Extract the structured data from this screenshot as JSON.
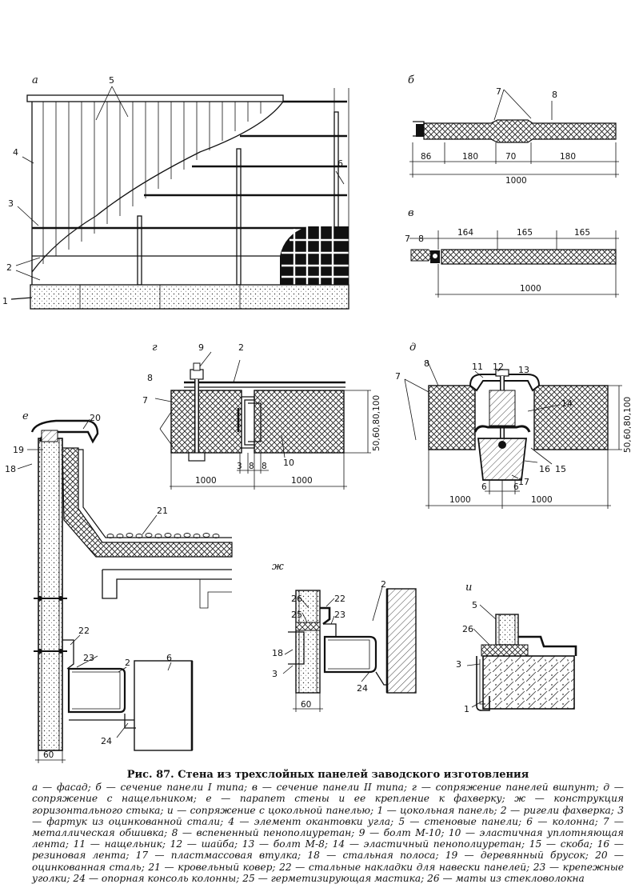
{
  "figure": {
    "title": "Рис. 87. Стена из трехслойных панелей заводского изготовления",
    "legend": "а — фасад; б — сечение панели I типа; в — сечение панели II типа; г — сопряжение панелей вшпунт; д — сопряжение с нащельником; е — парапет стены и ее крепление к фахверку; ж — конструкция горизонтального стыка; и — сопряжение с цокольной панелью; 1 — цокольная панель; 2 — ригели фахверка; 3 — фартук из оцинкованной стали; 4 — элемент окантовки угла; 5 — стеновые панели; 6 — колонна; 7 — металлическая обшивка; 8 — вспененный пенополиуретан; 9 — болт М-10; 10 — эластичная уплотняющая лента; 11 — нащельник; 12 — шайба; 13 — болт М-8; 14 — эластичный пенополиуретан; 15 — скоба; 16 — резиновая лента; 17 — пластмассовая втулка; 18 — стальная полоса; 19 — деревянный брусок; 20 — оцинкованная сталь; 21 — кровельный ковер; 22 — стальные накладки для навески панелей; 23 — крепежные уголки; 24 — опорная консоль колонны; 25 — герметизирующая мастика; 26 — маты из стекловолокна"
  },
  "views": {
    "a": {
      "letter": "а",
      "labels": [
        "5",
        "4",
        "3",
        "2",
        "1",
        "6"
      ]
    },
    "b": {
      "letter": "б",
      "labels": [
        "7",
        "8"
      ],
      "dims": [
        "86",
        "180",
        "70",
        "180",
        "1000"
      ]
    },
    "v": {
      "letter": "в",
      "labels": [
        "7",
        "8"
      ],
      "dims": [
        "164",
        "165",
        "165",
        "1000"
      ]
    },
    "g": {
      "letter": "г",
      "labels": [
        "9",
        "2",
        "8",
        "7",
        "10"
      ],
      "dims": [
        "3",
        "8",
        "8",
        "1000",
        "1000",
        "50,60,80,100"
      ]
    },
    "d": {
      "letter": "д",
      "labels": [
        "8",
        "11",
        "12",
        "13",
        "7",
        "14",
        "16",
        "15",
        "17"
      ],
      "dims": [
        "6",
        "6",
        "1000",
        "1000",
        "50,60,80,100"
      ]
    },
    "e": {
      "letter": "е",
      "labels": [
        "20",
        "19",
        "18",
        "21",
        "22",
        "23",
        "2",
        "6",
        "24"
      ],
      "dims": [
        "60"
      ]
    },
    "zh": {
      "letter": "ж",
      "labels": [
        "2",
        "26",
        "22",
        "25",
        "23",
        "18",
        "3",
        "24"
      ],
      "dims": [
        "60"
      ]
    },
    "i": {
      "letter": "и",
      "labels": [
        "5",
        "26",
        "3",
        "1"
      ]
    }
  }
}
